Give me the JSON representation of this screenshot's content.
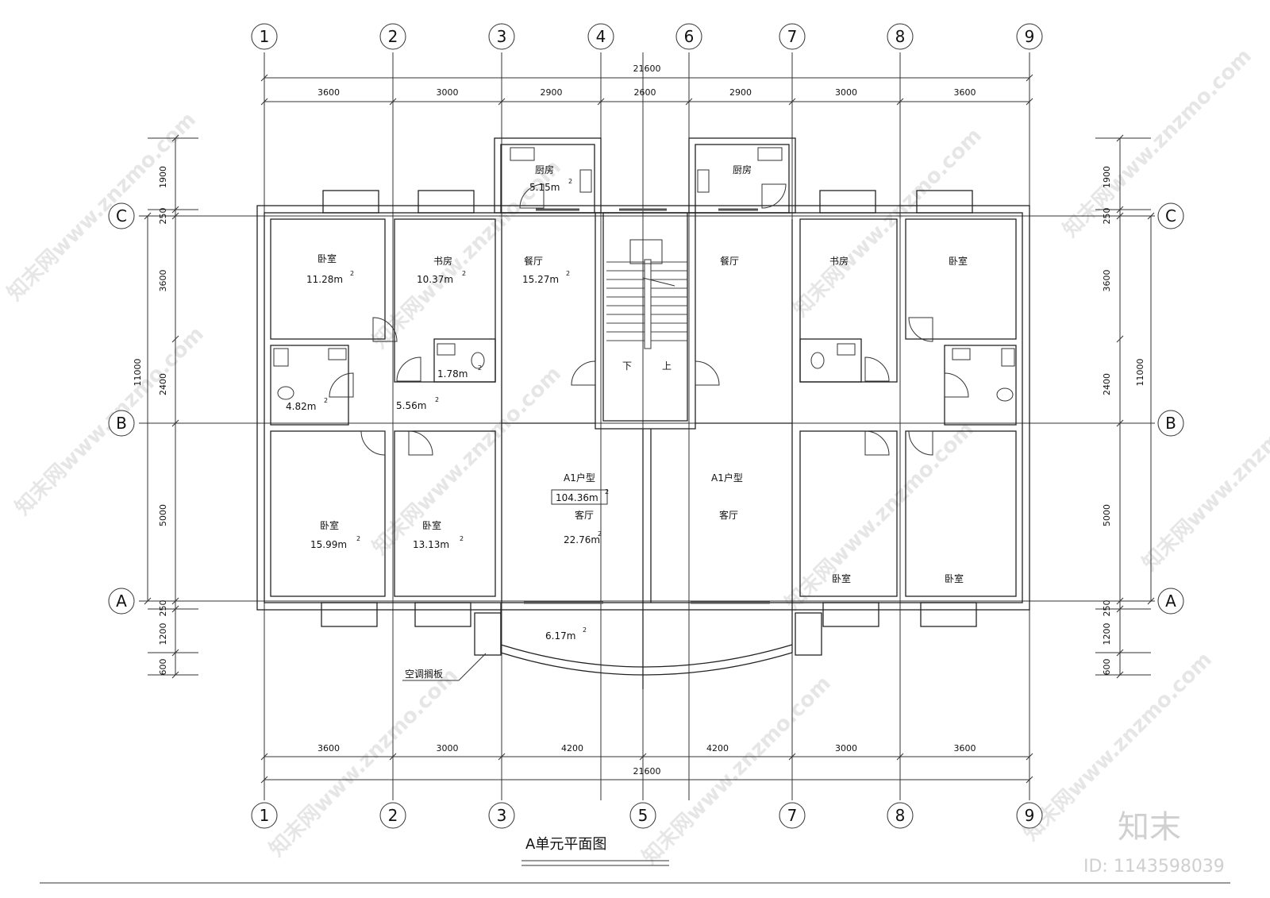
{
  "grid_top": [
    "1",
    "2",
    "3",
    "4",
    "6",
    "7",
    "8",
    "9"
  ],
  "grid_bottom": [
    "1",
    "2",
    "3",
    "5",
    "7",
    "8",
    "9"
  ],
  "grid_side": [
    "C",
    "B",
    "A"
  ],
  "dims": {
    "top_total": "21600",
    "top_segments": [
      "3600",
      "3000",
      "2900",
      "2600",
      "2900",
      "3000",
      "3600"
    ],
    "bottom_total": "21600",
    "bottom_segments": [
      "3600",
      "3000",
      "4200",
      "4200",
      "3000",
      "3600"
    ],
    "left_segments": [
      "1900",
      "250",
      "3600",
      "2400",
      "5000",
      "250",
      "1200",
      "600"
    ],
    "left_total": "11000",
    "right_segments": [
      "1900",
      "250",
      "3600",
      "2400",
      "5000",
      "250",
      "1200",
      "600"
    ],
    "right_total": "11000"
  },
  "rooms": {
    "kitchen_l": "厨房",
    "kitchen_l_area": "5.15m",
    "kitchen_r": "厨房",
    "bed_tl": "卧室",
    "bed_tl_area": "11.28m",
    "study_l": "书房",
    "study_l_area": "10.37m",
    "dining_l": "餐厅",
    "dining_l_area": "15.27m",
    "dining_r": "餐厅",
    "study_r": "书房",
    "bed_tr": "卧室",
    "bath_l_area": "4.82m",
    "wc_l_area": "1.78m",
    "hall_l_area": "5.56m",
    "stair_down": "下",
    "stair_up": "上",
    "unit_l": "A1户型",
    "unit_l_area": "104.36m",
    "living_l": "客厅",
    "living_l_area": "22.76m",
    "unit_r": "A1户型",
    "living_r": "客厅",
    "bed_bl": "卧室",
    "bed_bl_area": "15.99m",
    "bed_bl2": "卧室",
    "bed_bl2_area": "13.13m",
    "bed_br2": "卧室",
    "bed_br": "卧室",
    "balcony_area": "6.17m",
    "ac_board": "空调搁板",
    "sup2": "2"
  },
  "title": "A单元平面图",
  "watermark": "知末网www.znzmo.com",
  "logo": "知末",
  "id_text": "ID: 1143598039"
}
